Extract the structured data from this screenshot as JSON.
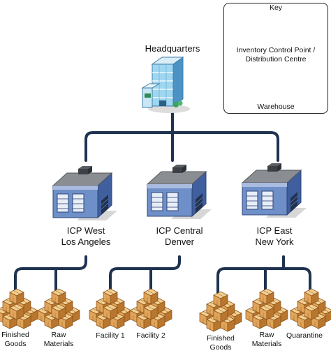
{
  "key": {
    "title": "Key",
    "icp_label": "Inventory Control Point / Distribution Centre",
    "icp_label_lines": [
      "Inventory Control Point /",
      "Distribution Centre"
    ],
    "warehouse_label": "Warehouse"
  },
  "headquarters": {
    "label": "Headquarters"
  },
  "icps": [
    {
      "line1": "ICP West",
      "line2": "Los Angeles",
      "warehouses": [
        {
          "lines": [
            "Finished",
            "Goods"
          ]
        },
        {
          "lines": [
            "Raw",
            "Materials"
          ]
        }
      ]
    },
    {
      "line1": "ICP Central",
      "line2": "Denver",
      "warehouses": [
        {
          "lines": [
            "Facility 1"
          ]
        },
        {
          "lines": [
            "Facility 2"
          ]
        }
      ]
    },
    {
      "line1": "ICP East",
      "line2": "New York",
      "warehouses": [
        {
          "lines": [
            "Finished",
            "Goods"
          ]
        },
        {
          "lines": [
            "Raw",
            "Materials"
          ]
        },
        {
          "lines": [
            "Quarantine"
          ]
        }
      ]
    }
  ],
  "colors": {
    "connector": "#1f3350",
    "building_blue": "#6f8fc8",
    "building_dark": "#3f5f9e",
    "roof": "#8a8d92",
    "box_light": "#e9b56b",
    "box_dark": "#b8762e",
    "hq_glass": "#8fd0ee"
  }
}
